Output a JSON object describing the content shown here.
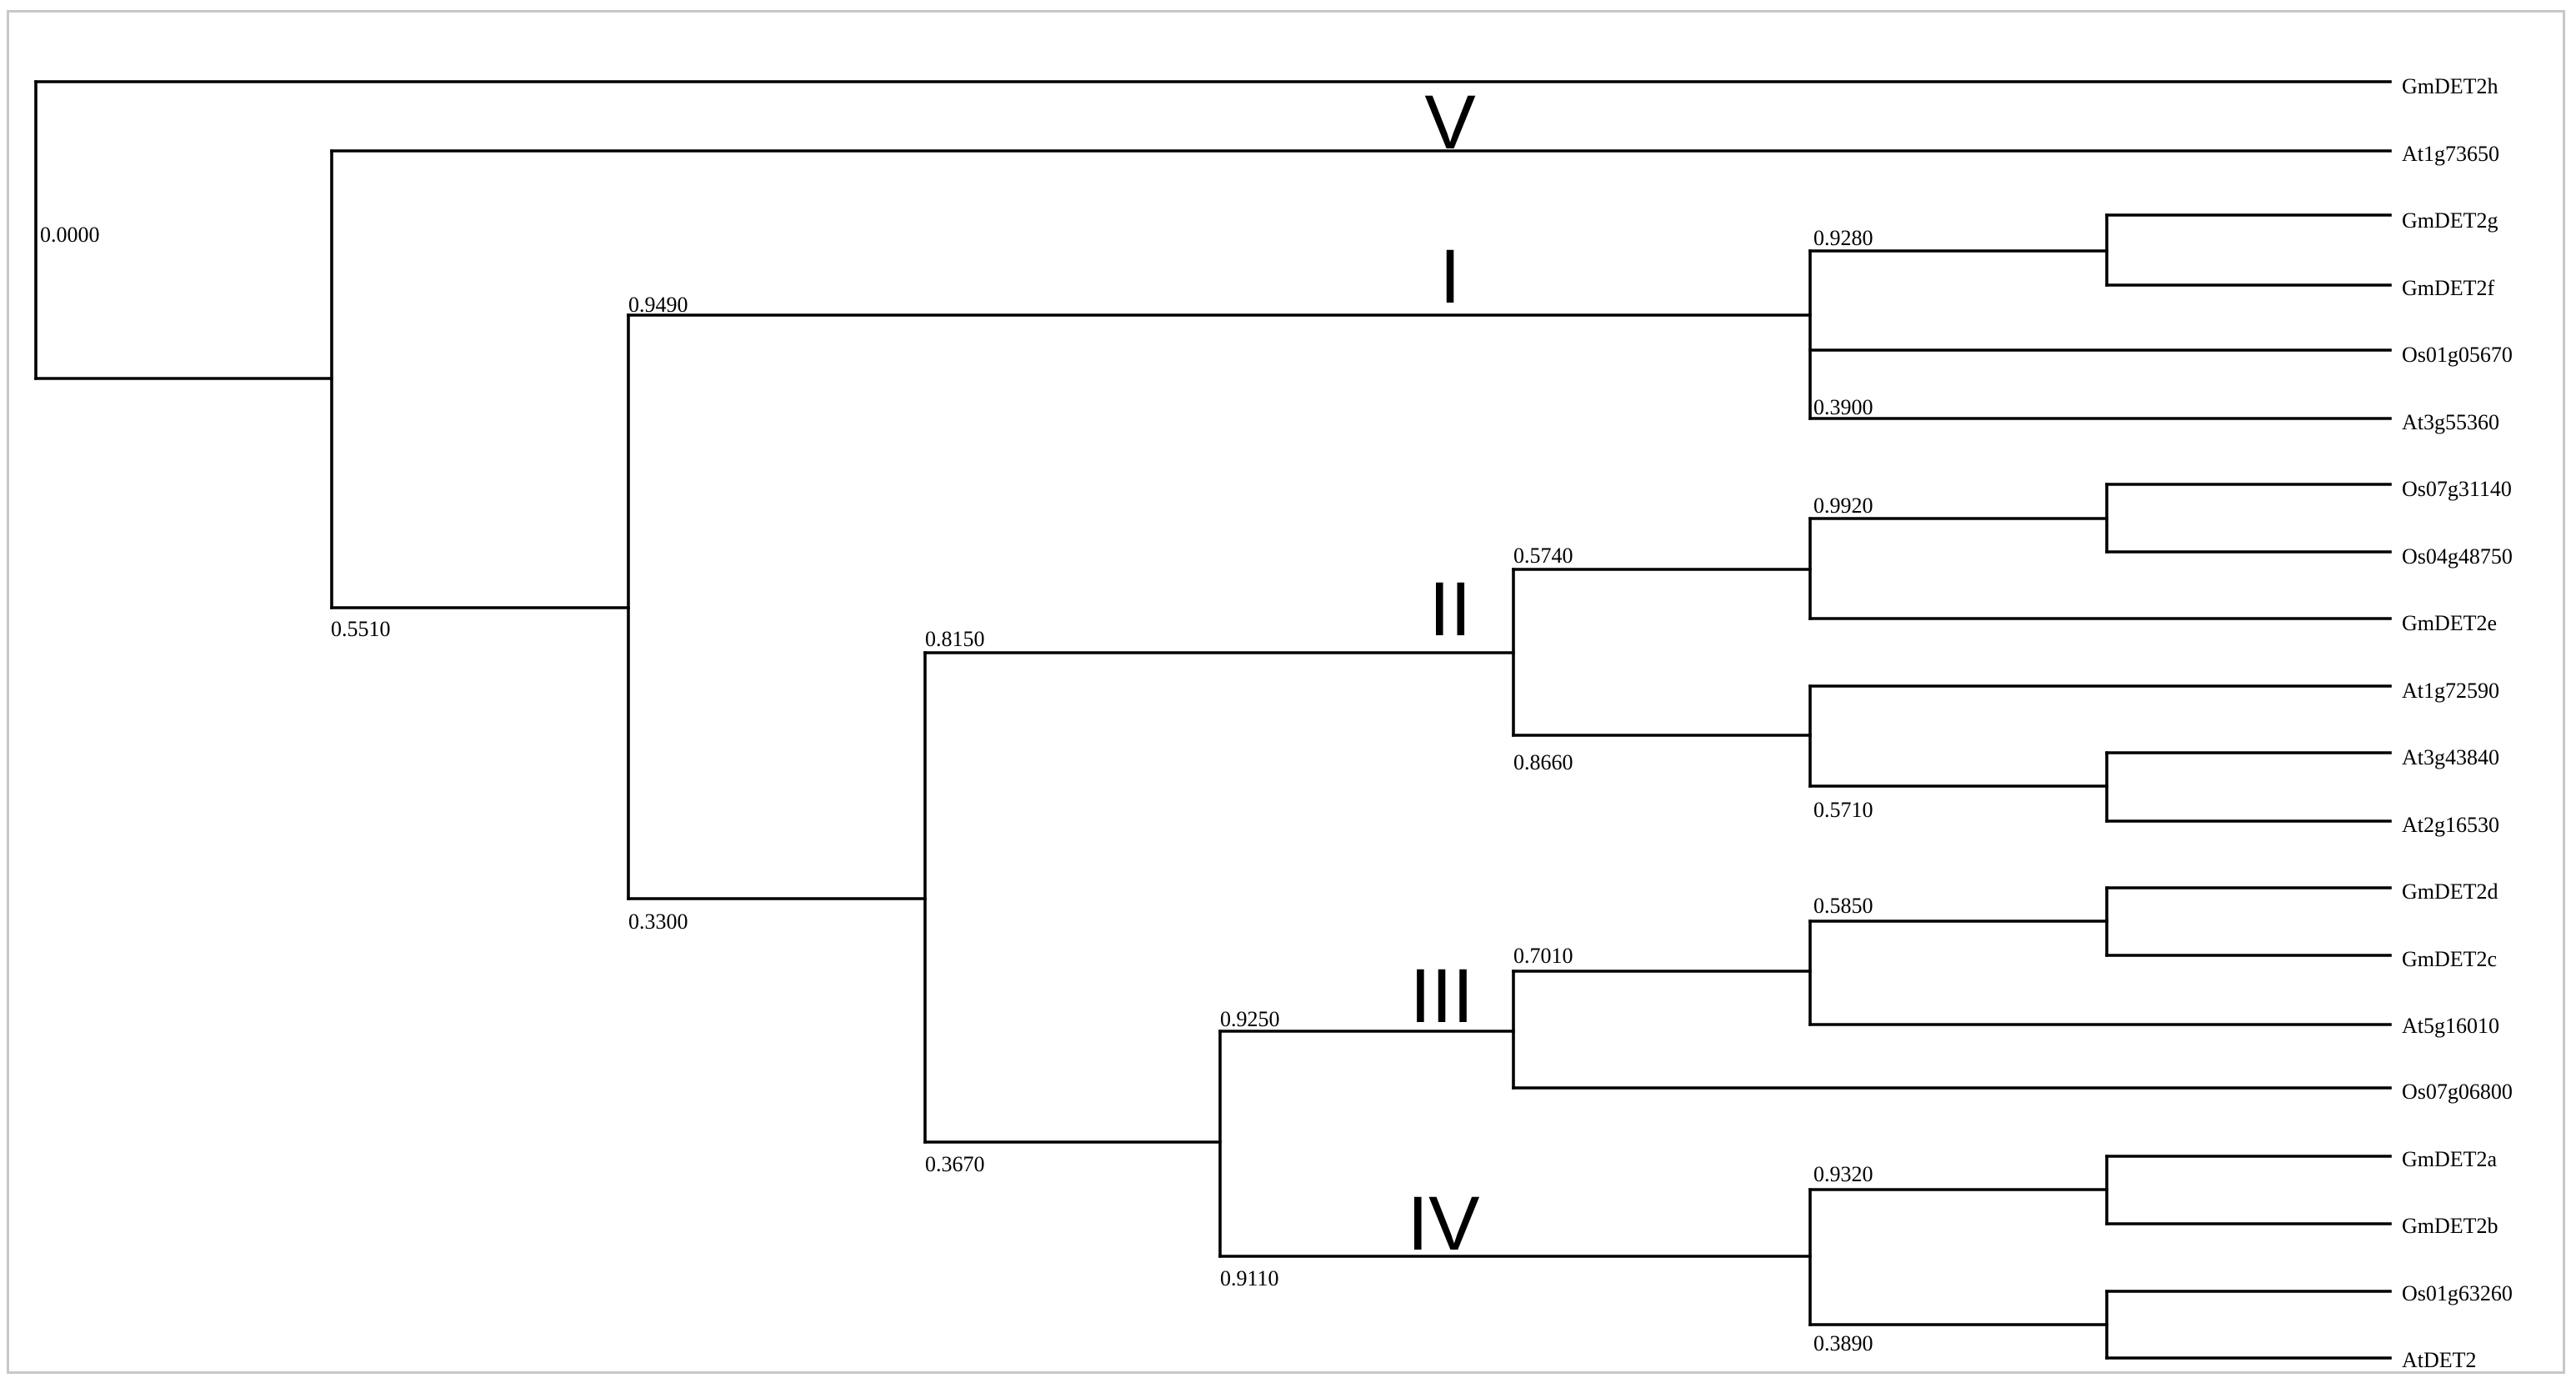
{
  "tree": {
    "type": "phylogenetic-tree",
    "leaves": [
      "GmDET2h",
      "At1g73650",
      "GmDET2g",
      "GmDET2f",
      "Os01g05670",
      "At3g55360",
      "Os07g31140",
      "Os04g48750",
      "GmDET2e",
      "At1g72590",
      "At3g43840",
      "At2g16530",
      "GmDET2d",
      "GmDET2c",
      "At5g16010",
      "Os07g06800",
      "GmDET2a",
      "GmDET2b",
      "Os01g63260",
      "AtDET2"
    ],
    "support_values": [
      "0.0000",
      "0.5510",
      "0.9490",
      "0.3300",
      "0.9280",
      "0.3900",
      "0.8150",
      "0.3670",
      "0.5740",
      "0.8660",
      "0.9920",
      "0.5710",
      "0.9250",
      "0.9110",
      "0.7010",
      "0.5850",
      "0.9320",
      "0.3890"
    ],
    "clades": [
      "V",
      "I",
      "II",
      "III",
      "IV"
    ]
  }
}
